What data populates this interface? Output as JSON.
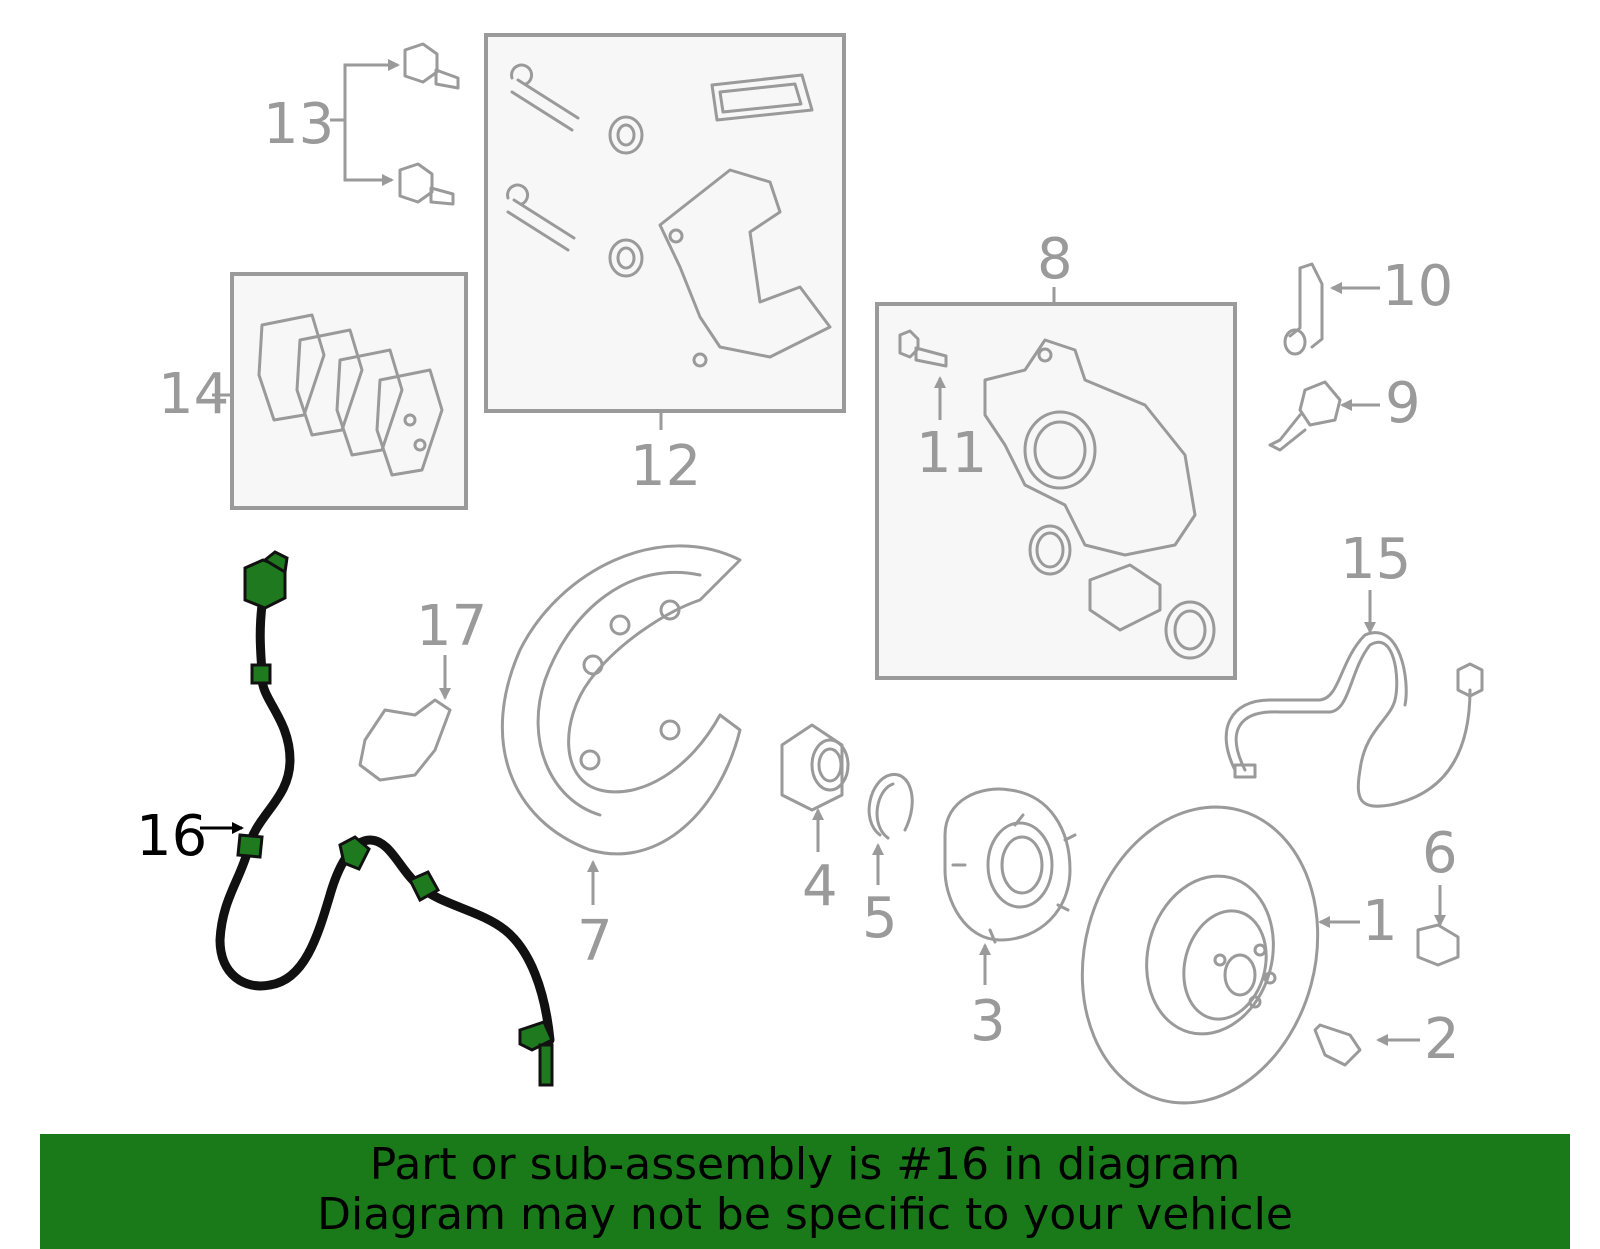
{
  "callouts": {
    "c1": "1",
    "c2": "2",
    "c3": "3",
    "c4": "4",
    "c5": "5",
    "c6": "6",
    "c7": "7",
    "c8": "8",
    "c9": "9",
    "c10": "10",
    "c11": "11",
    "c12": "12",
    "c13": "13",
    "c14": "14",
    "c15": "15",
    "c16": "16",
    "c17": "17"
  },
  "highlight": {
    "part": "16",
    "color": "#1f7a1f"
  },
  "banner": {
    "line1": "Part or sub-assembly is #16 in diagram",
    "line2": "Diagram may not be specific to your vehicle",
    "color": "#1a7a1a"
  }
}
